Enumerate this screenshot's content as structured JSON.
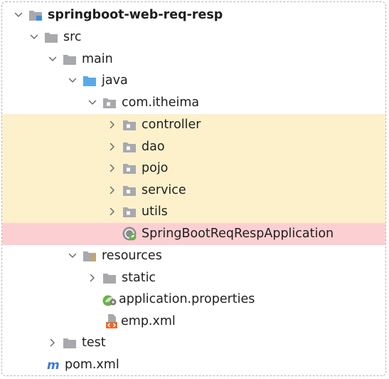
{
  "tree": {
    "project": {
      "label": "springboot-web-req-resp",
      "icon": "module-folder-icon"
    },
    "src": {
      "label": "src",
      "icon": "folder-icon"
    },
    "main": {
      "label": "main",
      "icon": "folder-icon"
    },
    "java": {
      "label": "java",
      "icon": "source-root-folder-icon"
    },
    "package": {
      "label": "com.itheima",
      "icon": "package-icon"
    },
    "controller": {
      "label": "controller",
      "icon": "package-icon"
    },
    "dao": {
      "label": "dao",
      "icon": "package-icon"
    },
    "pojo": {
      "label": "pojo",
      "icon": "package-icon"
    },
    "service": {
      "label": "service",
      "icon": "package-icon"
    },
    "utils": {
      "label": "utils",
      "icon": "package-icon"
    },
    "app_class": {
      "label": "SpringBootReqRespApplication",
      "icon": "spring-boot-class-icon"
    },
    "resources": {
      "label": "resources",
      "icon": "resources-root-folder-icon"
    },
    "static": {
      "label": "static",
      "icon": "folder-icon"
    },
    "app_properties": {
      "label": "application.properties",
      "icon": "spring-properties-icon"
    },
    "emp_xml": {
      "label": "emp.xml",
      "icon": "xml-file-icon"
    },
    "test": {
      "label": "test",
      "icon": "folder-icon"
    },
    "pom": {
      "label": "pom.xml",
      "icon": "maven-icon"
    }
  },
  "colors": {
    "highlight_yellow": "#fdf1cc",
    "highlight_red": "#fcd0d2",
    "folder_gray": "#a7a9ac",
    "folder_blue": "#5aa9e6",
    "package_dot": "#ffffff",
    "maven": "#3b7ad1",
    "spring_green": "#6ab04c"
  }
}
